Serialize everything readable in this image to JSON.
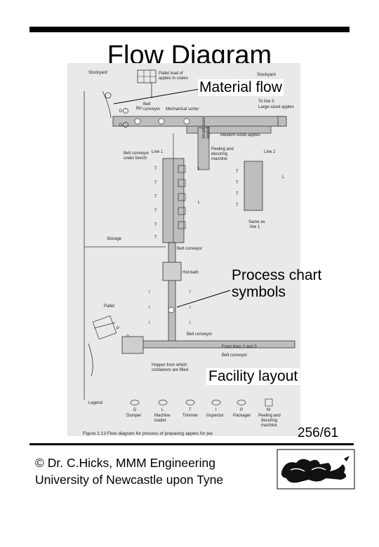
{
  "slide": {
    "title": "Flow Diagram",
    "page_number": "256/61"
  },
  "callouts": {
    "material_flow": "Material flow",
    "process_chart_line1": "Process chart",
    "process_chart_line2": "symbols",
    "facility_layout": "Facility layout"
  },
  "footer": {
    "line1": "© Dr. C.Hicks, MMM Engineering",
    "line2": "University of Newcastle upon Tyne"
  },
  "figure": {
    "labels": {
      "stockyard_left": "Stockyard",
      "pallet_load": "Pallet load of",
      "pallet_load_2": "apples in crates",
      "stockyard_right": "Stockyard",
      "bin": "Bin",
      "belt_conveyor_top": "Belt",
      "belt_conveyor_top_2": "conveyor",
      "mechanical_sorter": "Mechanical sorter",
      "to_line3": "To line 3",
      "large_apples": "Large-sized apples",
      "medium_apples": "Medium-sized apples",
      "small_apples": "Small sized",
      "small_apples_2": "apples",
      "line1": "Line 1",
      "line2": "Line 2",
      "peeling": "Peeling and",
      "peeling_2": "decoring",
      "peeling_3": "machine",
      "belt_under": "Belt conveyor",
      "belt_under_2": "under bench",
      "same_as": "Same as",
      "same_as_2": "line 1",
      "storage": "Storage",
      "belt_conveyor_mid": "Belt conveyor",
      "hot_bath": "Hot bath",
      "pallet": "Pallet",
      "belt_conveyor_low": "Belt conveyor",
      "from_lines": "From lines 2 and 3",
      "belt_conveyor_bottom": "Belt conveyor",
      "hopper": "Hopper from which",
      "hopper_2": "containers are filled",
      "legend": "Legend",
      "caption": "Figure 2.13  Flow diagram for process of preparing apples for pie"
    },
    "legend_items": [
      {
        "symbol": "D",
        "label": "Dumper"
      },
      {
        "symbol": "L",
        "label": "Machine",
        "label2": "loader"
      },
      {
        "symbol": "T",
        "label": "Trimmer"
      },
      {
        "symbol": "I",
        "label": "Inspector"
      },
      {
        "symbol": "P",
        "label": "Packager"
      },
      {
        "symbol": "M",
        "label": "Peeling and",
        "label2": "decoring",
        "label3": "machine"
      }
    ],
    "line1_stations": [
      "T",
      "T",
      "T",
      "T",
      "T",
      "T"
    ],
    "line2_stations": [
      "T",
      "T",
      "T",
      "T"
    ],
    "inspect_stations": [
      "I",
      "I",
      "I",
      "I"
    ]
  },
  "colors": {
    "rule": "#000000",
    "figure_bg": "#e9e9e9",
    "conveyor_fill": "#bdbdbd"
  }
}
